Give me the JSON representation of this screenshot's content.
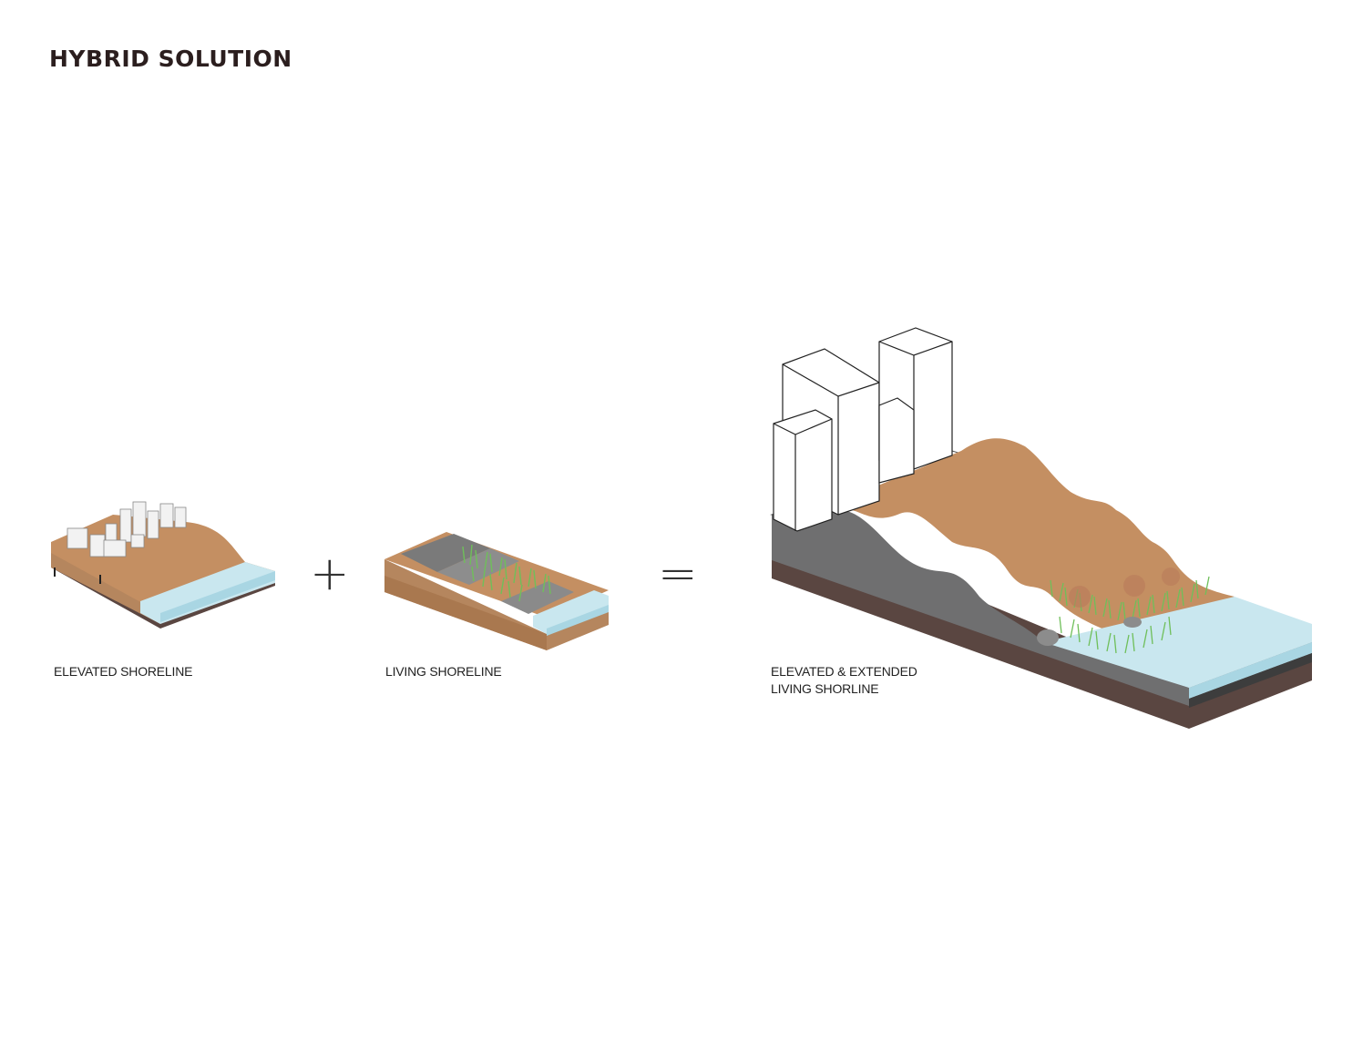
{
  "title": "HYBRID SOLUTION",
  "operators": {
    "plus": "+",
    "equals": "="
  },
  "captions": {
    "elevated": "ELEVATED SHORELINE",
    "living": "LIVING SHORELINE",
    "combined_line1": "ELEVATED & EXTENDED",
    "combined_line2": "LIVING SHORLINE"
  },
  "colors": {
    "soil": "#c48f62",
    "soil_dark": "#8a5f44",
    "subsoil": "#5a4641",
    "rock": "#6f6f70",
    "water": "#c9e7ef",
    "water_edge": "#a9d6e3",
    "grass": "#6fbf5a",
    "building": "#ffffff"
  }
}
